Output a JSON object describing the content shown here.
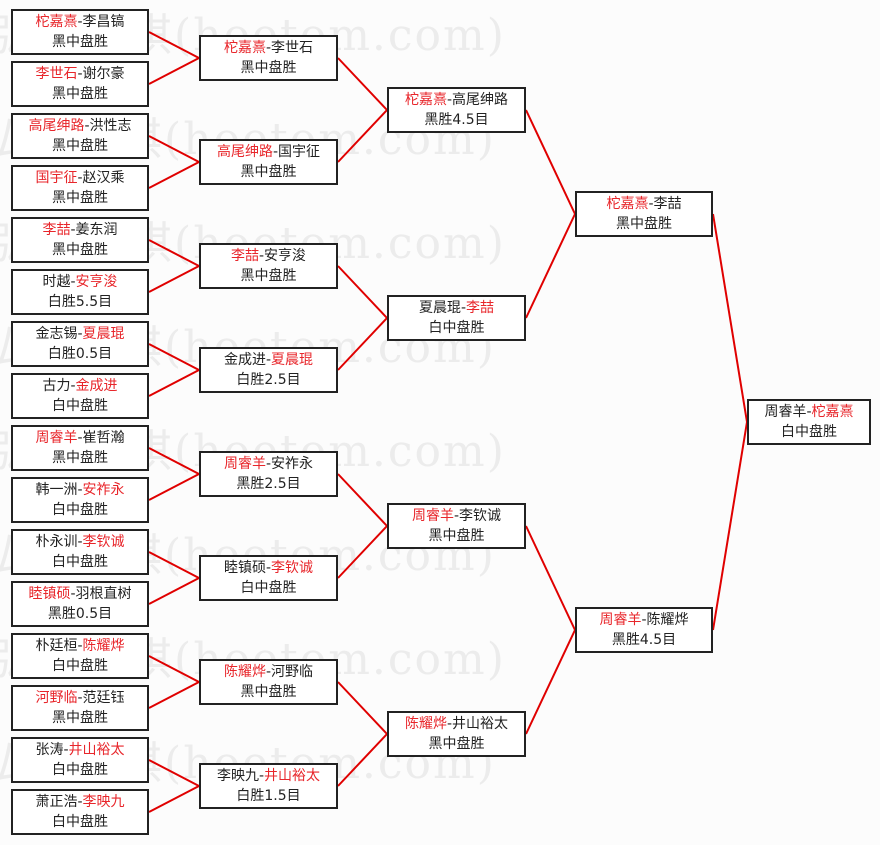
{
  "watermark": "弘通围棋(hoetom.com)",
  "colors": {
    "winner": "#e8262b",
    "line": "#e00000",
    "border": "#222222"
  },
  "rounds": [
    [
      {
        "p1": "柁嘉熹",
        "p2": "李昌镐",
        "winner": 1,
        "result": "黑中盘胜"
      },
      {
        "p1": "李世石",
        "p2": "谢尔豪",
        "winner": 1,
        "result": "黑中盘胜"
      },
      {
        "p1": "高尾绅路",
        "p2": "洪性志",
        "winner": 1,
        "result": "黑中盘胜"
      },
      {
        "p1": "国宇征",
        "p2": "赵汉乘",
        "winner": 1,
        "result": "黑中盘胜"
      },
      {
        "p1": "李喆",
        "p2": "姜东润",
        "winner": 1,
        "result": "黑中盘胜"
      },
      {
        "p1": "时越",
        "p2": "安亨浚",
        "winner": 2,
        "result": "白胜5.5目"
      },
      {
        "p1": "金志锡",
        "p2": "夏晨琨",
        "winner": 2,
        "result": "白胜0.5目"
      },
      {
        "p1": "古力",
        "p2": "金成进",
        "winner": 2,
        "result": "白中盘胜"
      },
      {
        "p1": "周睿羊",
        "p2": "崔哲瀚",
        "winner": 1,
        "result": "黑中盘胜"
      },
      {
        "p1": "韩一洲",
        "p2": "安祚永",
        "winner": 2,
        "result": "白中盘胜"
      },
      {
        "p1": "朴永训",
        "p2": "李钦诚",
        "winner": 2,
        "result": "白中盘胜"
      },
      {
        "p1": "睦镇硕",
        "p2": "羽根直树",
        "winner": 1,
        "result": "黑胜0.5目"
      },
      {
        "p1": "朴廷桓",
        "p2": "陈耀烨",
        "winner": 2,
        "result": "白中盘胜"
      },
      {
        "p1": "河野临",
        "p2": "范廷钰",
        "winner": 1,
        "result": "黑中盘胜"
      },
      {
        "p1": "张涛",
        "p2": "井山裕太",
        "winner": 2,
        "result": "白中盘胜"
      },
      {
        "p1": "萧正浩",
        "p2": "李映九",
        "winner": 2,
        "result": "白中盘胜"
      }
    ],
    [
      {
        "p1": "柁嘉熹",
        "p2": "李世石",
        "winner": 1,
        "result": "黑中盘胜"
      },
      {
        "p1": "高尾绅路",
        "p2": "国宇征",
        "winner": 1,
        "result": "黑中盘胜"
      },
      {
        "p1": "李喆",
        "p2": "安亨浚",
        "winner": 1,
        "result": "黑中盘胜"
      },
      {
        "p1": "金成进",
        "p2": "夏晨琨",
        "winner": 2,
        "result": "白胜2.5目"
      },
      {
        "p1": "周睿羊",
        "p2": "安祚永",
        "winner": 1,
        "result": "黑胜2.5目"
      },
      {
        "p1": "睦镇硕",
        "p2": "李钦诚",
        "winner": 2,
        "result": "白中盘胜"
      },
      {
        "p1": "陈耀烨",
        "p2": "河野临",
        "winner": 1,
        "result": "黑中盘胜"
      },
      {
        "p1": "李映九",
        "p2": "井山裕太",
        "winner": 2,
        "result": "白胜1.5目"
      }
    ],
    [
      {
        "p1": "柁嘉熹",
        "p2": "高尾绅路",
        "winner": 1,
        "result": "黑胜4.5目"
      },
      {
        "p1": "夏晨琨",
        "p2": "李喆",
        "winner": 2,
        "result": "白中盘胜"
      },
      {
        "p1": "周睿羊",
        "p2": "李钦诚",
        "winner": 1,
        "result": "黑中盘胜"
      },
      {
        "p1": "陈耀烨",
        "p2": "井山裕太",
        "winner": 1,
        "result": "黑中盘胜"
      }
    ],
    [
      {
        "p1": "柁嘉熹",
        "p2": "李喆",
        "winner": 1,
        "result": "黑中盘胜"
      },
      {
        "p1": "周睿羊",
        "p2": "陈耀烨",
        "winner": 1,
        "result": "黑胜4.5目"
      }
    ],
    [
      {
        "p1": "周睿羊",
        "p2": "柁嘉熹",
        "winner": 2,
        "result": "白中盘胜"
      }
    ]
  ],
  "separator": "-"
}
